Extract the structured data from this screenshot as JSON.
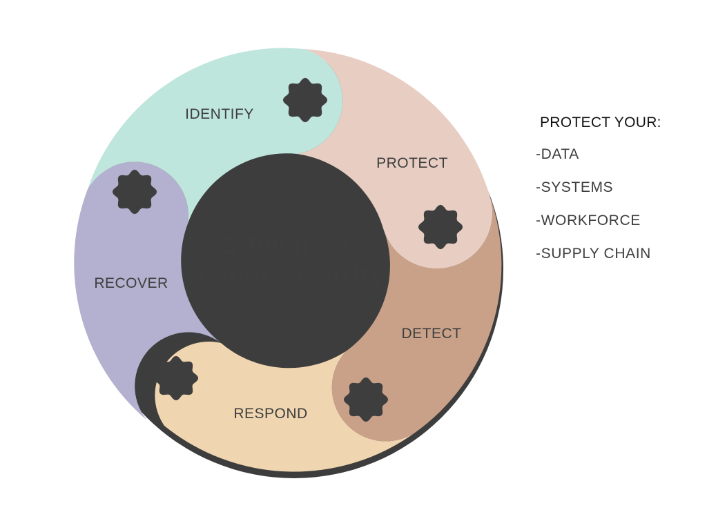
{
  "diagram": {
    "center_title_line1": "5 Pillars of",
    "center_title_line2": "Cyber Security",
    "pillars": [
      {
        "label": "IDENTIFY",
        "color": "#bfe6dc"
      },
      {
        "label": "PROTECT",
        "color": "#e8cdc2"
      },
      {
        "label": "DETECT",
        "color": "#c9a189"
      },
      {
        "label": "RESPOND",
        "color": "#f0d6b0"
      },
      {
        "label": "RECOVER",
        "color": "#b3b1cf"
      }
    ],
    "badge_icon": "seal-badge-icon",
    "badge_color": "#3e3e3e",
    "shadow_color": "#3d3d3d"
  },
  "panel": {
    "heading": "PROTECT YOUR:",
    "items": [
      "-DATA",
      "-SYSTEMS",
      "-WORKFORCE",
      "-SUPPLY CHAIN"
    ]
  }
}
